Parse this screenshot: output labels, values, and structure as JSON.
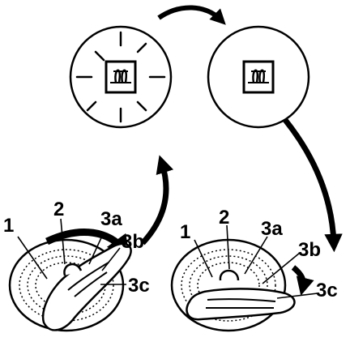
{
  "icons": {
    "left_indicator": "glow-plug-indicator-icon",
    "right_indicator": "glow-plug-indicator-icon",
    "left_key": "ignition-key-icon",
    "right_key": "ignition-key-icon"
  },
  "indicator": {
    "left_state": "lit",
    "right_state": "off"
  },
  "left_switch": {
    "label_1": "1",
    "label_2": "2",
    "label_3a": "3a",
    "label_3b": "3b",
    "label_3c": "3c"
  },
  "right_switch": {
    "label_1": "1",
    "label_2": "2",
    "label_3a": "3a",
    "label_3b": "3b",
    "label_3c": "3c"
  },
  "colors": {
    "ink": "#000000",
    "paper": "#ffffff"
  }
}
